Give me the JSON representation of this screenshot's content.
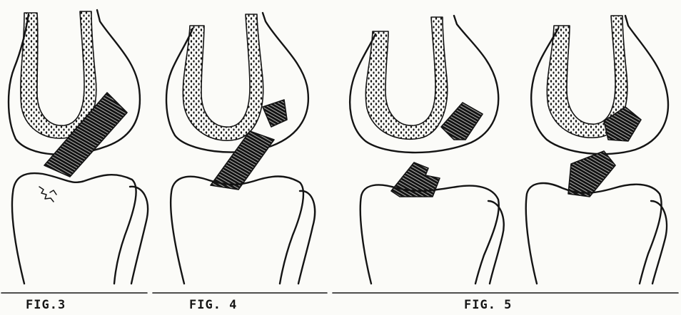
{
  "figure": {
    "ink_color": "#141414",
    "paper_color": "#fbfbf8",
    "captions": [
      "FIG.3",
      "FIG. 4",
      "FIG. 5"
    ]
  }
}
